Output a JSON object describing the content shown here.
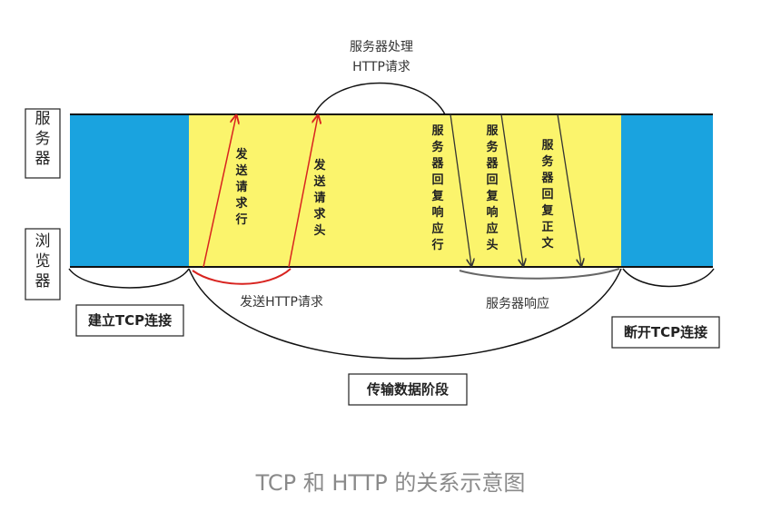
{
  "labels": {
    "server": "服务器",
    "browser": "浏览器",
    "server_process": [
      "服务器处理",
      "HTTP请求"
    ],
    "send_http_request": "发送HTTP请求",
    "server_response": "服务器响应",
    "establish_tcp": "建立TCP连接",
    "close_tcp": "断开TCP连接",
    "transfer_phase": "传输数据阶段",
    "send_request_line": "发送请求行",
    "send_request_header": "发送请求头",
    "reply_response_line": "服务器回复响应行",
    "reply_response_header": "服务器回复响应头",
    "reply_body": "服务器回复正文"
  },
  "caption": "TCP 和 HTTP 的关系示意图",
  "colors": {
    "tcp_phase": "#1aa3df",
    "http_phase": "#fbf46c",
    "request_arrow": "#d8231f",
    "response_arrow": "#555555",
    "line": "#111111"
  }
}
